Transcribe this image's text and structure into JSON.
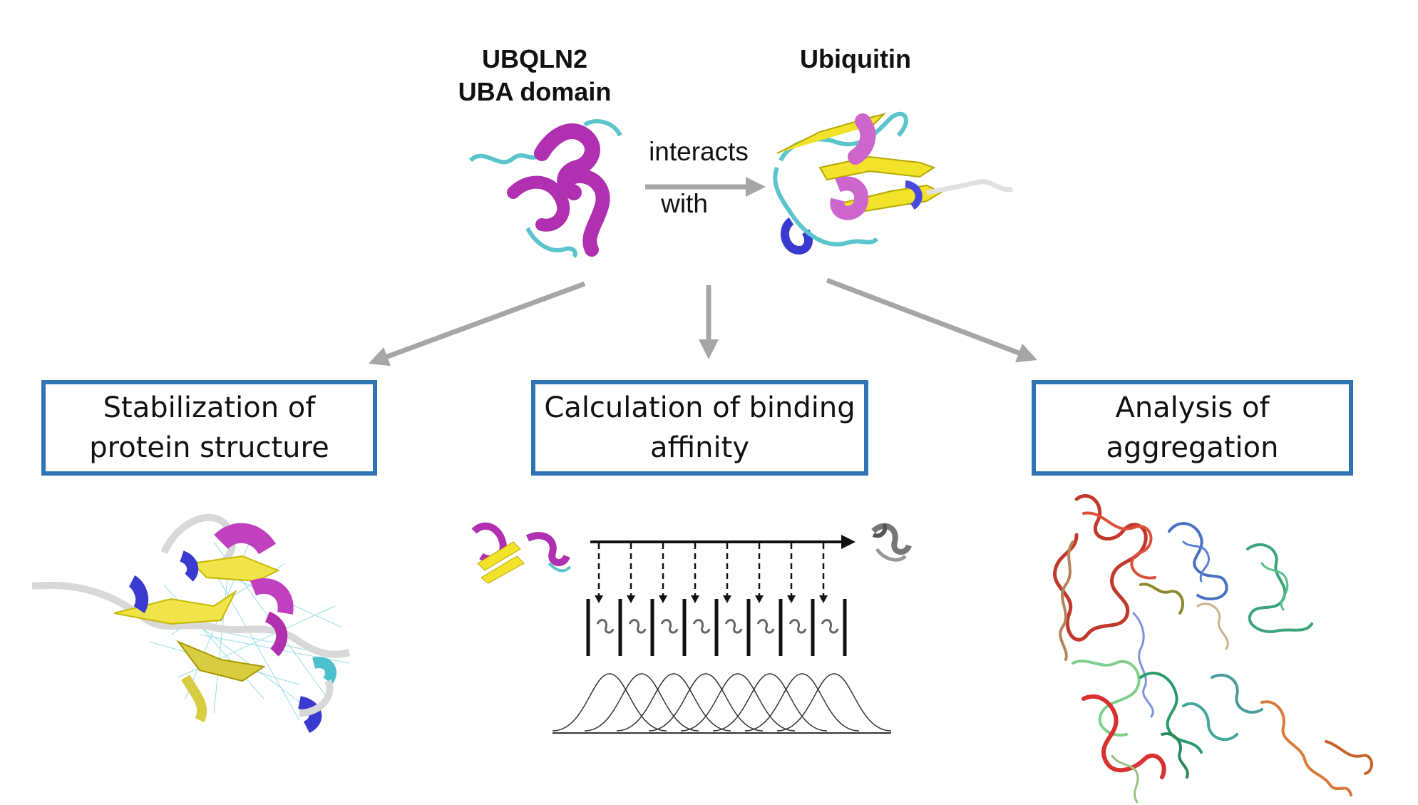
{
  "top": {
    "uba_label_line1": "UBQLN2",
    "uba_label_line2": "UBA domain",
    "ubiquitin_label": "Ubiquitin",
    "arrow_label_top": "interacts",
    "arrow_label_bottom": "with"
  },
  "boxes": [
    {
      "line1": "Stabilization of",
      "line2": "protein structure"
    },
    {
      "line1": "Calculation of binding",
      "line2": "affinity"
    },
    {
      "line1": "Analysis of",
      "line2": "aggregation"
    }
  ],
  "colors": {
    "box_border": "#2f75b5",
    "arrow": "#a6a6a6",
    "helix": "#b12fb1",
    "strand": "#f2e22a",
    "coil": "#5bc4cc",
    "turn": "#3a3ad0"
  }
}
